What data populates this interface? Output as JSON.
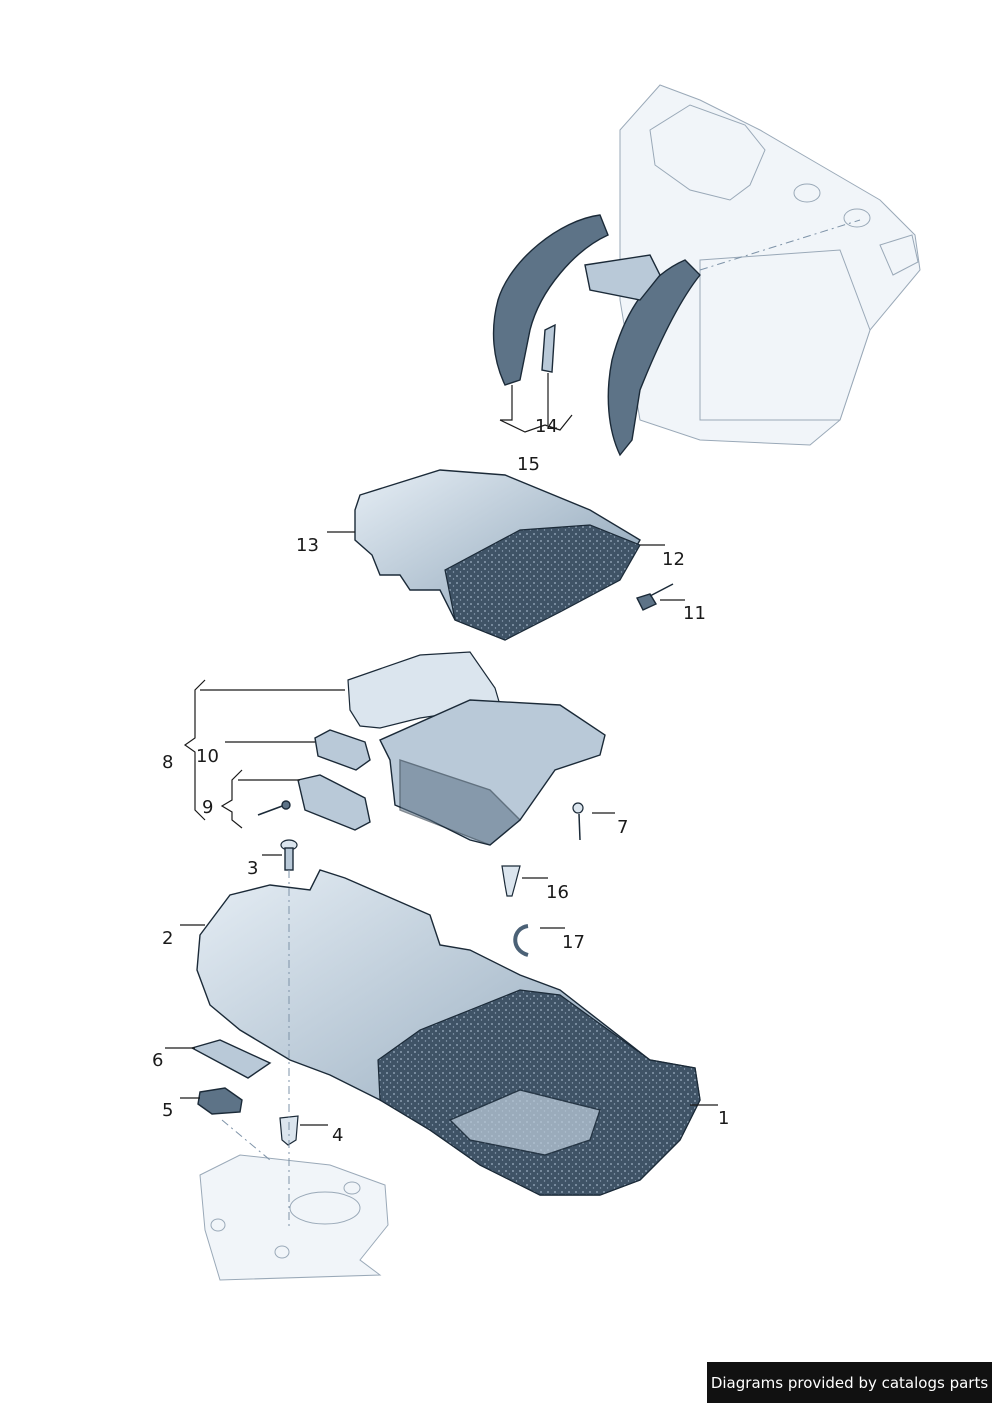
{
  "callouts": {
    "c1": "1",
    "c2": "2",
    "c3": "3",
    "c4": "4",
    "c5": "5",
    "c6": "6",
    "c7": "7",
    "c8": "8",
    "c9": "9",
    "c10": "10",
    "c11": "11",
    "c12": "12",
    "c13": "13",
    "c14": "14",
    "c15": "15",
    "c16": "16",
    "c17": "17"
  },
  "footer": {
    "text": "Diagrams provided by catalogs parts"
  },
  "colors": {
    "part": "#b9c9d8",
    "foam": "#3f5366",
    "outline": "#1b2a38",
    "footer_bg": "#111111"
  },
  "icons": {
    "fastener": "screw-icon",
    "clip": "c-clip-icon"
  }
}
